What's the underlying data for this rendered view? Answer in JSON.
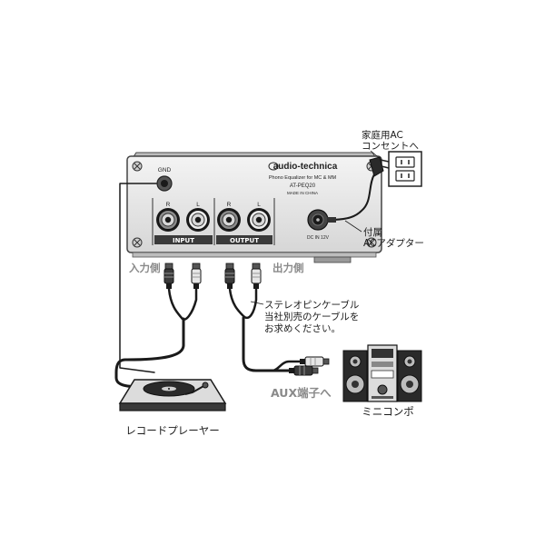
{
  "equalizer": {
    "brand": "audio-technica",
    "line1": "Phono Equalizer for MC & MM",
    "model": "AT-PEQ20",
    "made_in": "MADE IN CHINA",
    "gnd_label": "GND",
    "input_label": "INPUT",
    "output_label": "OUTPUT",
    "r_label": "R",
    "l_label": "L",
    "dc_label": "DC IN 12V"
  },
  "labels": {
    "input_side": "入力側",
    "output_side": "出力側",
    "outlet_line1": "家庭用AC",
    "outlet_line2": "コンセントへ",
    "adapter_line1": "付属",
    "adapter_line2": "ACアダプター",
    "cable_line1": "ステレオピンケーブル",
    "cable_line2": "当社別売のケーブルを",
    "cable_line3": "お求めください。",
    "aux": "AUX端子へ",
    "turntable": "レコードプレーヤー",
    "minicompo": "ミニコンポ"
  },
  "colors": {
    "panel": "#e9e9e9",
    "panel_edge": "#555555",
    "jack_red": "#c8c8c8",
    "line": "#1a1a1a",
    "gray_text": "#8a8a8a"
  }
}
